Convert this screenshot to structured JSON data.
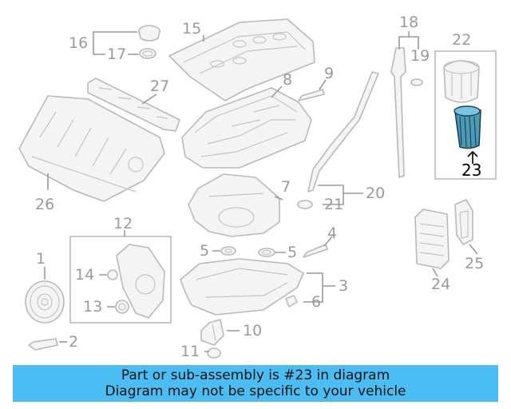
{
  "diagram": {
    "callouts": [
      "1",
      "2",
      "3",
      "4",
      "5",
      "5",
      "6",
      "7",
      "8",
      "9",
      "10",
      "11",
      "12",
      "13",
      "14",
      "15",
      "16",
      "17",
      "18",
      "19",
      "20",
      "21",
      "22",
      "23",
      "24",
      "25",
      "26",
      "27"
    ],
    "highlighted_callout": "23",
    "highlight_color": "#4a9bb8",
    "banner_color": "#4cbdf2"
  },
  "banner": {
    "line1": "Part or sub-assembly is #23 in diagram",
    "line2": "Diagram may not be specific to your vehicle"
  }
}
